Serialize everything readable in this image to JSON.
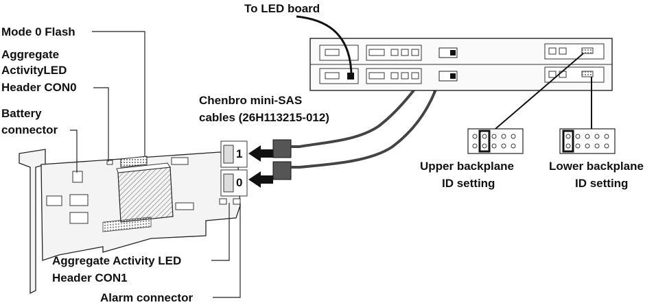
{
  "labels": {
    "mode0_flash": "Mode 0 Flash",
    "aggregate_con0_line1": "Aggregate",
    "aggregate_con0_line2": "ActivityLED",
    "aggregate_con0_line3": "Header CON0",
    "battery_line1": "Battery",
    "battery_line2": "connector",
    "to_led_board": "To LED board",
    "chenbro_line1": "Chenbro mini-SAS",
    "chenbro_line2": "cables (26H113215-012)",
    "upper_line1": "Upper backplane",
    "upper_line2": "ID setting",
    "lower_line1": "Lower backplane",
    "lower_line2": "ID setting",
    "aggregate_con1_line1": "Aggregate Activity LED",
    "aggregate_con1_line2": "Header CON1",
    "alarm": "Alarm connector",
    "port1": "1",
    "port0": "0"
  },
  "colors": {
    "stroke": "#222222",
    "fill": "#f4f4f4",
    "text": "#111111"
  }
}
